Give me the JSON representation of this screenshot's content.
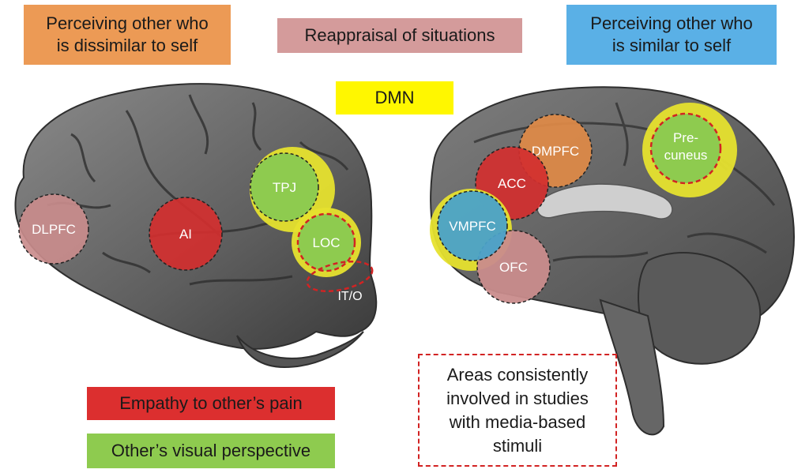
{
  "header": {
    "dissimilar": "Perceiving other who\nis dissimilar to self",
    "reappraisal": "Reappraisal of situations",
    "similar": "Perceiving other who\nis similar to self",
    "dmn": "DMN"
  },
  "legend": {
    "empathy": "Empathy to other’s pain",
    "visual_perspective": "Other’s visual perspective",
    "media_note": "Areas consistently\ninvolved in studies\nwith media-based\nstimuli"
  },
  "lateral_brain": {
    "regions": [
      "DLPFC",
      "AI",
      "TPJ",
      "LOC",
      "IT/O"
    ]
  },
  "medial_brain": {
    "regions": [
      "DMPFC",
      "ACC",
      "VMPFC",
      "OFC",
      "Pre-",
      "cuneus"
    ]
  },
  "colors": {
    "orange": "#ec9a55",
    "pink": "#d49b9b",
    "blue": "#5ab0e6",
    "yellow": "#fff700",
    "red": "#dc2f2f",
    "green": "#8ecb4f",
    "dashed_red": "#d22323"
  }
}
